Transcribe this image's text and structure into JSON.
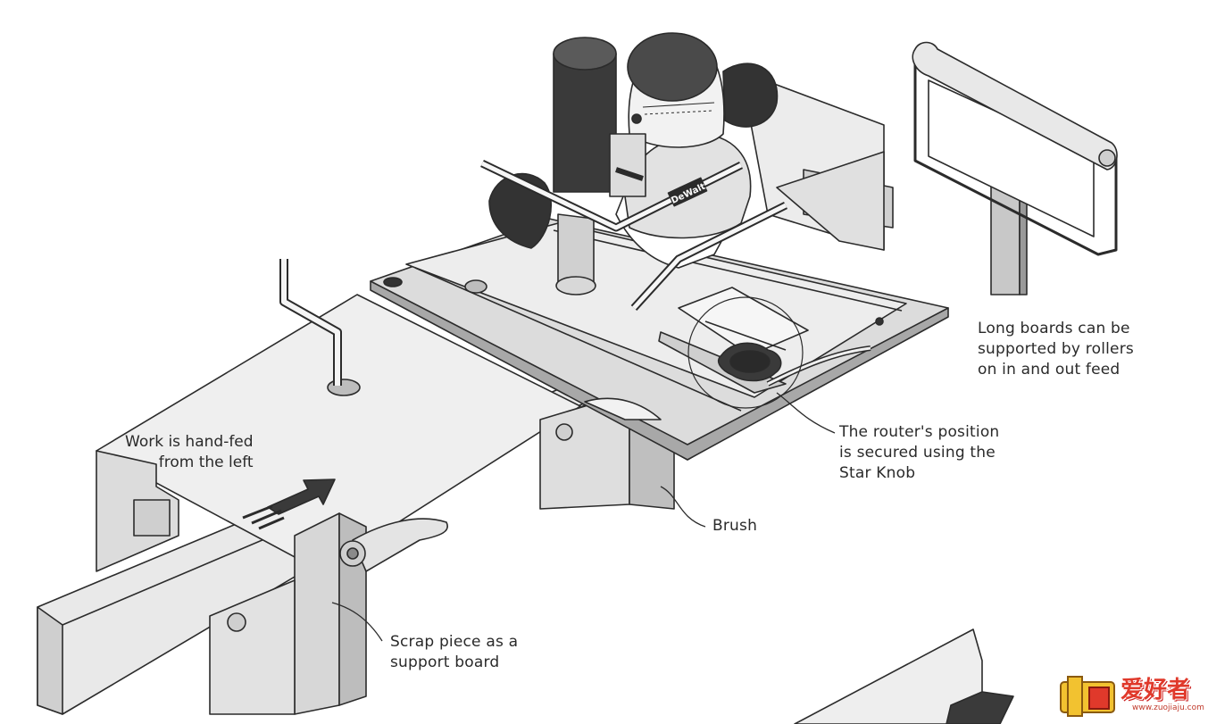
{
  "annotations": {
    "work_fed": [
      "Work is hand-fed",
      "from the left"
    ],
    "long_boards": [
      "Long boards can be",
      "supported by rollers",
      "on in and out feed"
    ],
    "star_knob": [
      "The router's position",
      "is secured using the",
      "Star Knob"
    ],
    "brush": "Brush",
    "scrap_piece": [
      "Scrap piece as a",
      "support board"
    ]
  },
  "router_brand": "DeWalt",
  "watermark": {
    "text": "爱好者",
    "url": "www.zuojiaju.com"
  },
  "colors": {
    "line": "#2b2b2b",
    "light_gray": "#e6e6e6",
    "mid_gray": "#c8c8c8",
    "dark_gray": "#4a4a4a",
    "accent_red": "#e0392b",
    "accent_yellow": "#f2c230"
  }
}
